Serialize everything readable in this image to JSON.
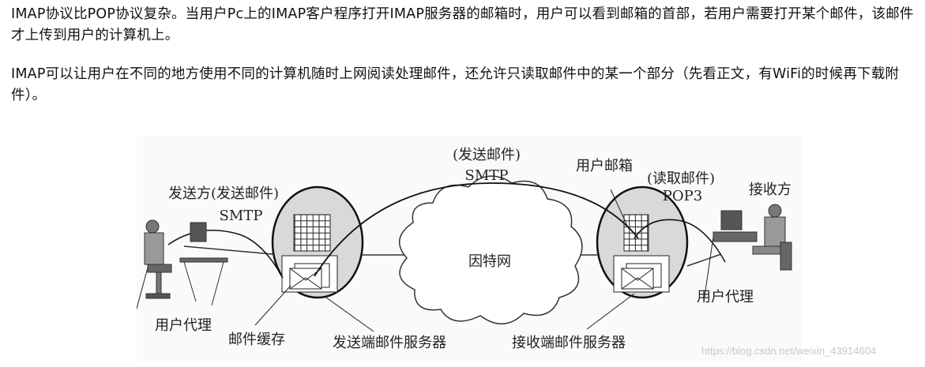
{
  "paragraphs": [
    "IMAP协议比POP协议复杂。当用户Pc上的IMAP客户程序打开IMAP服务器的邮箱时，用户可以看到邮箱的首部，若用户需要打开某个邮件，该邮件才上传到用户的计算机上。",
    "IMAP可以让用户在不同的地方使用不同的计算机随时上网阅读处理邮件，还允许只读取邮件中的某一个部分（先看正文，有WiFi的时候再下载附件）。"
  ],
  "diagram": {
    "sender": "发送方(发送邮件)",
    "sender_protocol": "SMTP",
    "relay_action": "(发送邮件)",
    "relay_protocol": "SMTP",
    "mailbox": "用户邮箱",
    "read_action": "(读取邮件)",
    "read_protocol": "POP3",
    "receiver": "接收方",
    "internet": "因特网",
    "user_agent_left": "用户代理",
    "user_agent_right": "用户代理",
    "mail_cache": "邮件缓存",
    "sender_server": "发送端邮件服务器",
    "receiver_server": "接收端邮件服务器"
  },
  "watermark": "https://blog.csdn.net/weixin_43914604"
}
